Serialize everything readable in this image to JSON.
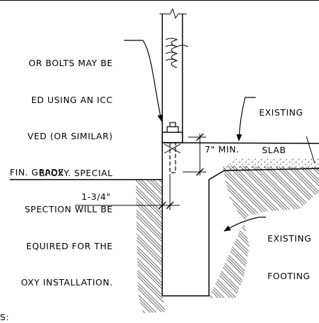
{
  "notes": {
    "epoxy_note": [
      "OR BOLTS MAY BE",
      "ED USING AN ICC",
      "VED (OR SIMILAR)",
      "EPOXY. SPECIAL",
      "SPECTION WILL BE",
      "EQUIRED FOR THE",
      "OXY INSTALLATION."
    ],
    "existing_slab": [
      "EXISTING",
      "SLAB"
    ],
    "existing_footing": [
      "EXISTING",
      "FOOTING"
    ],
    "fin_grade": "FIN. GRADE",
    "dim_7_min": "7\" MIN.",
    "dim_1_3_4": "1-3/4\"",
    "cut_label": "S:"
  }
}
